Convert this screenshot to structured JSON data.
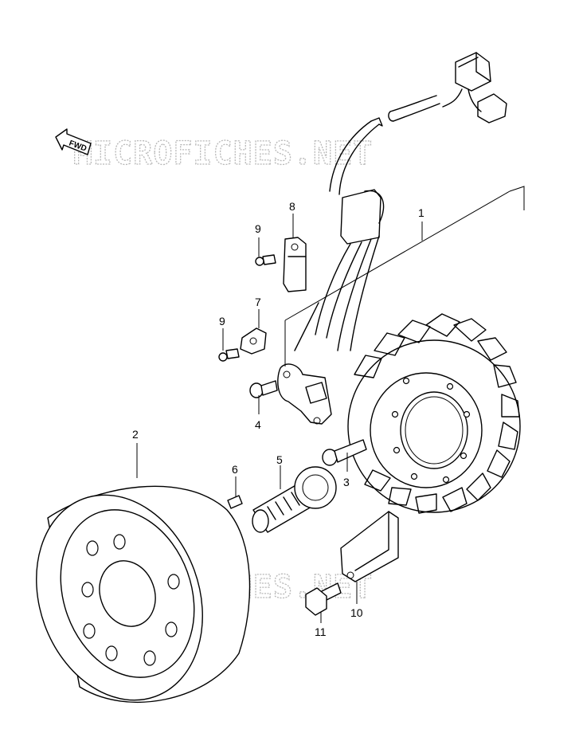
{
  "watermark_top": "MICROFICHES.NET",
  "watermark_bottom": "MICROFICHES.NET",
  "fwd_label": "FWD",
  "callouts": {
    "p1": "1",
    "p2": "2",
    "p3": "3",
    "p4": "4",
    "p5": "5",
    "p6": "6",
    "p7": "7",
    "p8": "8",
    "p9a": "9",
    "p9b": "9",
    "p10": "10",
    "p11": "11"
  }
}
